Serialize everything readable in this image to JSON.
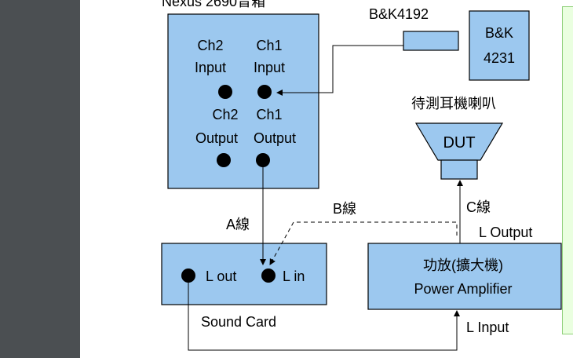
{
  "analyzer": {
    "title": "Nexus 2690音箱",
    "ch2_input_line1": "Ch2",
    "ch2_input_line2": "Input",
    "ch1_input_line1": "Ch1",
    "ch1_input_line2": "Input",
    "ch2_output_line1": "Ch2",
    "ch2_output_line2": "Output",
    "ch1_output_line1": "Ch1",
    "ch1_output_line2": "Output"
  },
  "microphone": {
    "label": "B&K4192"
  },
  "coupler": {
    "line1": "B&K",
    "line2": "4231"
  },
  "dut": {
    "caption": "待測耳機喇叭",
    "label": "DUT"
  },
  "sound_card": {
    "l_out": "L out",
    "l_in": "L in",
    "caption": "Sound Card"
  },
  "amplifier": {
    "line1": "功放(擴大機)",
    "line2": "Power Amplifier"
  },
  "wires": {
    "a": "A線",
    "b": "B線",
    "c": "C線",
    "l_output": "L Output",
    "l_input": "L Input"
  },
  "colors": {
    "box_fill": "#9cc8ef",
    "sidebar": "#4b4f52",
    "side_panel_fill": "#eaffe0",
    "side_panel_border": "#8fd07a"
  }
}
